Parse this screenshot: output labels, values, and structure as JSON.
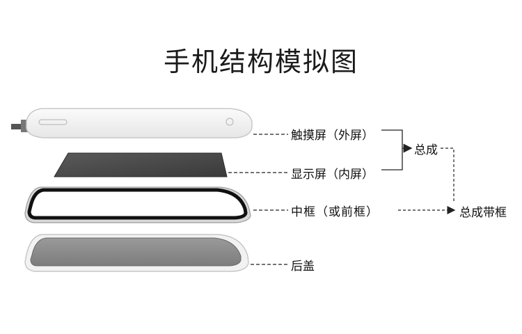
{
  "title": "手机结构模拟图",
  "layers": [
    {
      "label": "触摸屏（外屏）"
    },
    {
      "label": "显示屏（内屏）"
    },
    {
      "label": "中框（或前框）"
    },
    {
      "label": "后盖"
    }
  ],
  "groups": {
    "screens_combined": "总成",
    "with_frame_combined": "总成带框"
  },
  "colors": {
    "display_fill": "#4a4a4a",
    "frame_border": "#111111",
    "back_cover_fill": "#8c8c8c",
    "glass_outline": "#c8c8c8",
    "connector": "#222222"
  }
}
